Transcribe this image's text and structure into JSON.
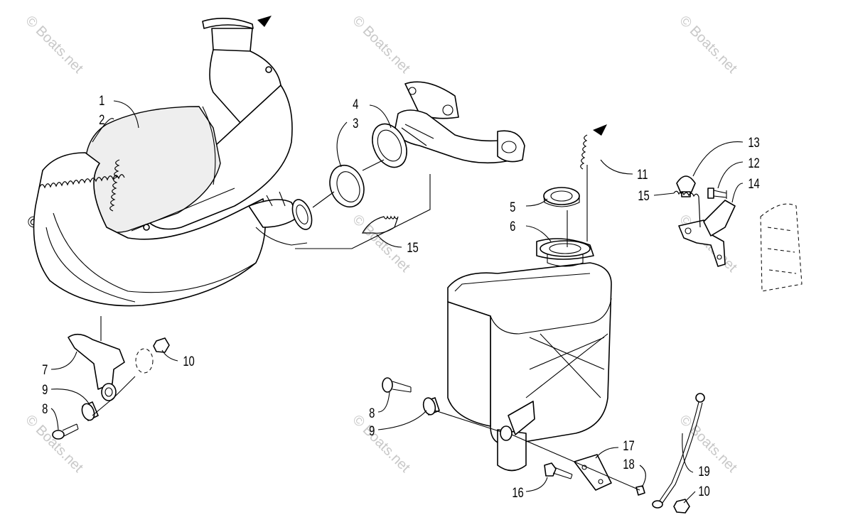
{
  "watermark": {
    "text": "© Boats.net",
    "copyright_text": "© Boats.net"
  },
  "callouts": [
    {
      "id": "c1",
      "text": "1"
    },
    {
      "id": "c2",
      "text": "2"
    },
    {
      "id": "c3",
      "text": "3"
    },
    {
      "id": "c4",
      "text": "4"
    },
    {
      "id": "c5",
      "text": "5"
    },
    {
      "id": "c6",
      "text": "6"
    },
    {
      "id": "c7",
      "text": "7"
    },
    {
      "id": "c8a",
      "text": "8"
    },
    {
      "id": "c8b",
      "text": "8"
    },
    {
      "id": "c9a",
      "text": "9"
    },
    {
      "id": "c9b",
      "text": "9"
    },
    {
      "id": "c10a",
      "text": "10"
    },
    {
      "id": "c10b",
      "text": "10"
    },
    {
      "id": "c11",
      "text": "11"
    },
    {
      "id": "c12",
      "text": "12"
    },
    {
      "id": "c13",
      "text": "13"
    },
    {
      "id": "c14",
      "text": "14"
    },
    {
      "id": "c15a",
      "text": "15"
    },
    {
      "id": "c15b",
      "text": "15"
    },
    {
      "id": "c16",
      "text": "16"
    },
    {
      "id": "c17",
      "text": "17"
    },
    {
      "id": "c18",
      "text": "18"
    },
    {
      "id": "c19",
      "text": "19"
    }
  ],
  "colors": {
    "line": "#000000",
    "background": "#ffffff",
    "watermark": "#c8c8c8"
  }
}
